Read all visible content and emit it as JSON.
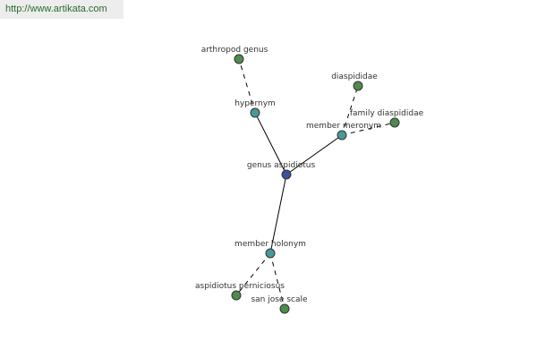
{
  "header": {
    "url": "http://www.artikata.com"
  },
  "colors": {
    "center": "#3f4f9a",
    "relation": "#4a9898",
    "leaf": "#4f8a4f",
    "stroke": "#333333",
    "edge": "#000000"
  },
  "nodes": {
    "center": {
      "label": "genus aspidiotus",
      "kind": "center"
    },
    "hypernym": {
      "label": "hypernym",
      "kind": "relation"
    },
    "member_meronym": {
      "label": "member meronym",
      "kind": "relation"
    },
    "member_holonym": {
      "label": "member holonym",
      "kind": "relation"
    },
    "arthropod_genus": {
      "label": "arthropod genus",
      "kind": "leaf"
    },
    "diaspididae": {
      "label": "diaspididae",
      "kind": "leaf"
    },
    "family_diaspididae": {
      "label": "family diaspididae",
      "kind": "leaf"
    },
    "aspidiotus_perniciosus": {
      "label": "aspidiotus perniciosus",
      "kind": "leaf"
    },
    "san_jose_scale": {
      "label": "san jose scale",
      "kind": "leaf"
    }
  },
  "edges": [
    {
      "from": "center",
      "to": "hypernym",
      "style": "solid"
    },
    {
      "from": "center",
      "to": "member_meronym",
      "style": "solid"
    },
    {
      "from": "center",
      "to": "member_holonym",
      "style": "solid"
    },
    {
      "from": "hypernym",
      "to": "arthropod_genus",
      "style": "dashed"
    },
    {
      "from": "member_meronym",
      "to": "diaspididae",
      "style": "dashed"
    },
    {
      "from": "member_meronym",
      "to": "family_diaspididae",
      "style": "dashed"
    },
    {
      "from": "member_holonym",
      "to": "aspidiotus_perniciosus",
      "style": "dashed"
    },
    {
      "from": "member_holonym",
      "to": "san_jose_scale",
      "style": "dashed"
    }
  ]
}
